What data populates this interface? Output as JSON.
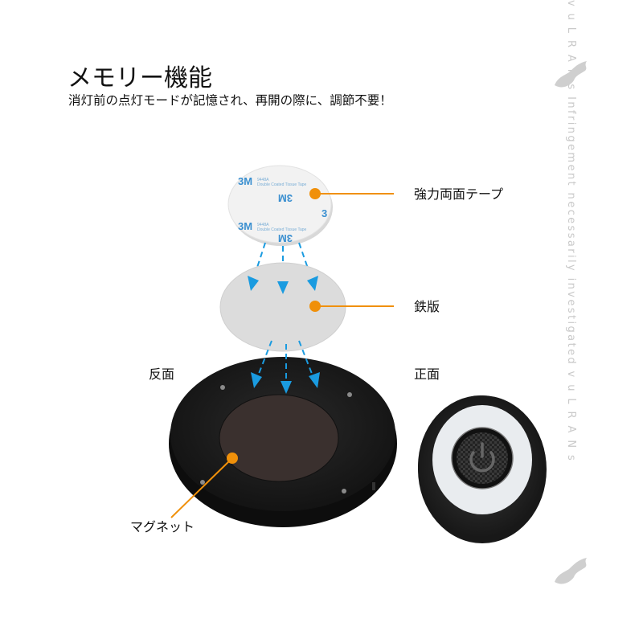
{
  "header": {
    "title": "メモリー機能",
    "subtitle": "消灯前の点灯モードが記憶され、再開の際に、調節不要！"
  },
  "callouts": [
    {
      "id": "tape",
      "label": "強力両面テープ"
    },
    {
      "id": "plate",
      "label": "鉄版"
    },
    {
      "id": "magnet",
      "label": "マグネット"
    }
  ],
  "views": {
    "back_label": "反面",
    "front_label": "正面"
  },
  "tape_print": {
    "brand": "3M",
    "model": "9448A",
    "caption": "Double Coated Tissue Tape"
  },
  "watermark": {
    "top_text": "v u L R A N s   Infringement   necessarily investigated   v u L R A N s"
  },
  "colors": {
    "callout_orange": "#f0900a",
    "arrow_blue": "#1a9be0",
    "tape_white": "#f2f2f2",
    "plate_gray": "#dcdcdc",
    "puck_black": "#1c1c1c",
    "magnet_brown": "#3a302e",
    "led_ring": "#e9ecef",
    "watermark_gray": "#c9c9c9"
  },
  "icons": {
    "power": "power-icon",
    "arrow": "arrow-down-icon",
    "mascot": "dragon-mascot-icon"
  }
}
